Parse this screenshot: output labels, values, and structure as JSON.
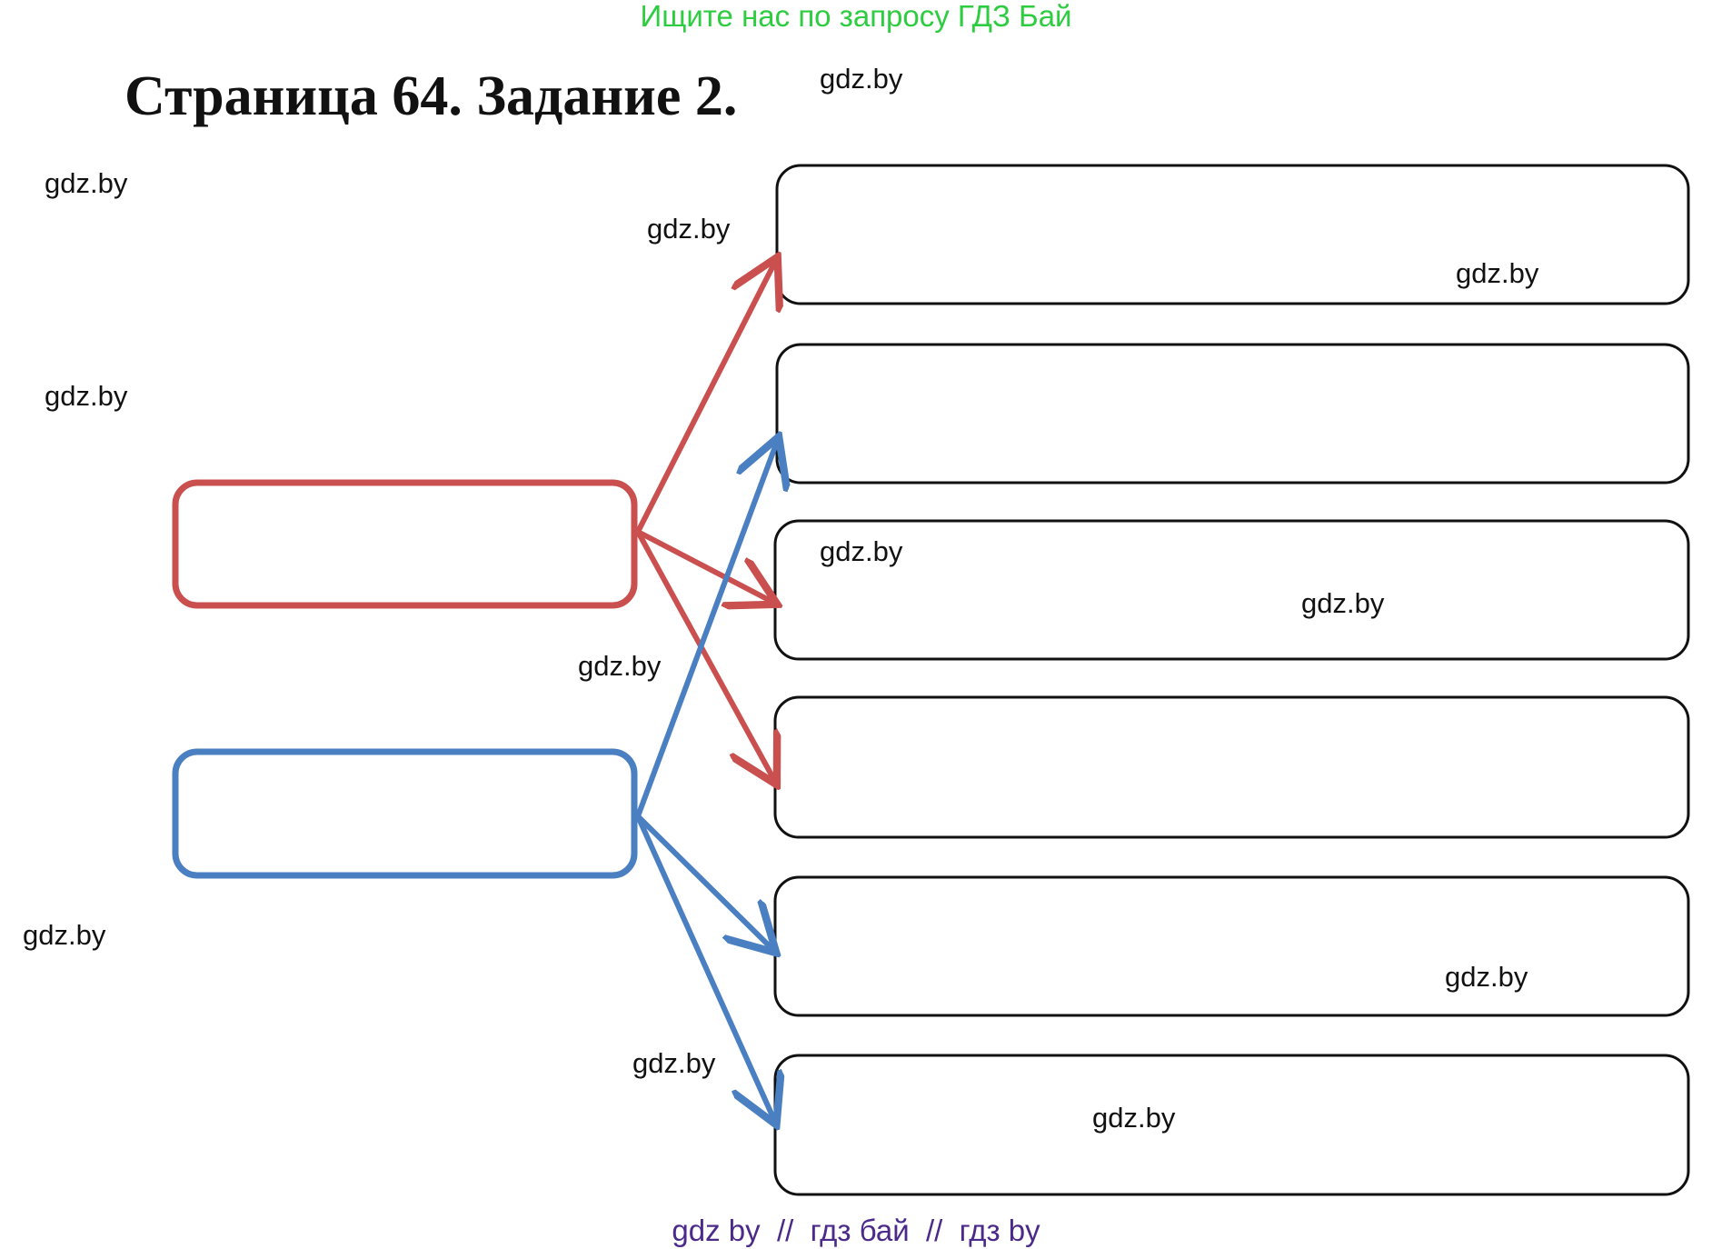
{
  "header": {
    "banner": "Ищите нас по запросу ГДЗ Бай",
    "title": "Страница 64. Задание 2."
  },
  "watermarks": [
    "gdz.by",
    "gdz.by",
    "gdz.by",
    "gdz.by",
    "gdz.by",
    "gdz.by",
    "gdz.by",
    "gdz.by",
    "gdz.by",
    "gdz.by",
    "gdz.by",
    "gdz.by"
  ],
  "footer": {
    "text": "gdz by  //  гдз бай  //  гдз by"
  },
  "colors": {
    "red_group": "#c9504f",
    "blue_group": "#4a7fc1",
    "box_outline": "#111111",
    "banner_green": "#2ecc40",
    "footer_purple": "#4b2a8a"
  },
  "diagram": {
    "left_boxes": [
      {
        "id": "red",
        "label": ""
      },
      {
        "id": "blue",
        "label": ""
      }
    ],
    "right_boxes": [
      {
        "label": ""
      },
      {
        "label": ""
      },
      {
        "label": ""
      },
      {
        "label": ""
      },
      {
        "label": ""
      },
      {
        "label": ""
      }
    ],
    "connections": {
      "red": [
        1,
        3,
        4
      ],
      "blue": [
        2,
        5,
        6
      ]
    }
  }
}
